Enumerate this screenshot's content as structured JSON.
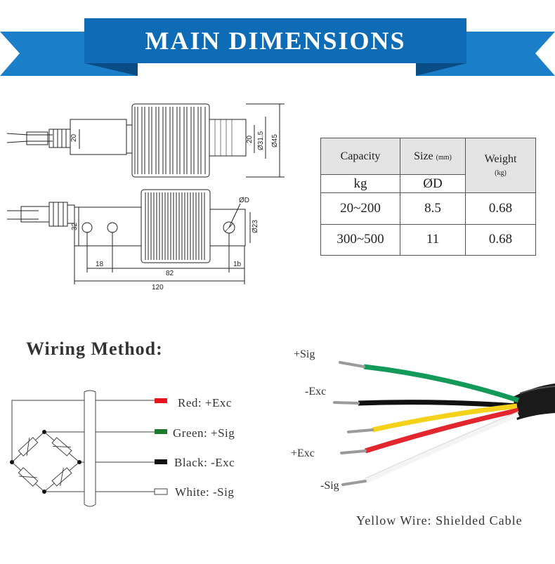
{
  "banner": {
    "title": "MAIN DIMENSIONS",
    "color": "#0d6cb5",
    "wing_color": "#1a7ec8"
  },
  "drawing": {
    "top_view": {
      "dims": [
        "20",
        "20",
        "Ø31.5",
        "Ø45"
      ]
    },
    "side_view": {
      "dims": [
        "32",
        "ØD",
        "Ø23",
        "18",
        "82",
        "1b",
        "120"
      ]
    }
  },
  "table": {
    "headers": {
      "capacity": "Capacity",
      "size": "Size",
      "size_unit": "(mm)",
      "weight": "Weight",
      "weight_unit": "(kg)"
    },
    "subheaders": {
      "unit": "kg",
      "diameter": "ØD"
    },
    "rows": [
      {
        "capacity": "20~200",
        "size": "8.5",
        "weight": "0.68"
      },
      {
        "capacity": "300~500",
        "size": "11",
        "weight": "0.68"
      }
    ]
  },
  "wiring": {
    "title": "Wiring  Method:",
    "wires": [
      {
        "label": "Red: +Exc",
        "color": "#e8141b"
      },
      {
        "label": "Green: +Sig",
        "color": "#1b7a2e"
      },
      {
        "label": "Black: -Exc",
        "color": "#111111"
      },
      {
        "label": "White: -Sig",
        "color": "#ffffff"
      }
    ]
  },
  "cable": {
    "labels": {
      "plus_sig": "+Sig",
      "minus_exc": "-Exc",
      "plus_exc": "+Exc",
      "minus_sig": "-Sig"
    },
    "colors": {
      "green": "#139a5a",
      "black": "#111111",
      "yellow": "#f4d21b",
      "red": "#e3262d",
      "white": "#f4f4f4"
    },
    "footer": "Yellow Wire: Shielded Cable"
  }
}
